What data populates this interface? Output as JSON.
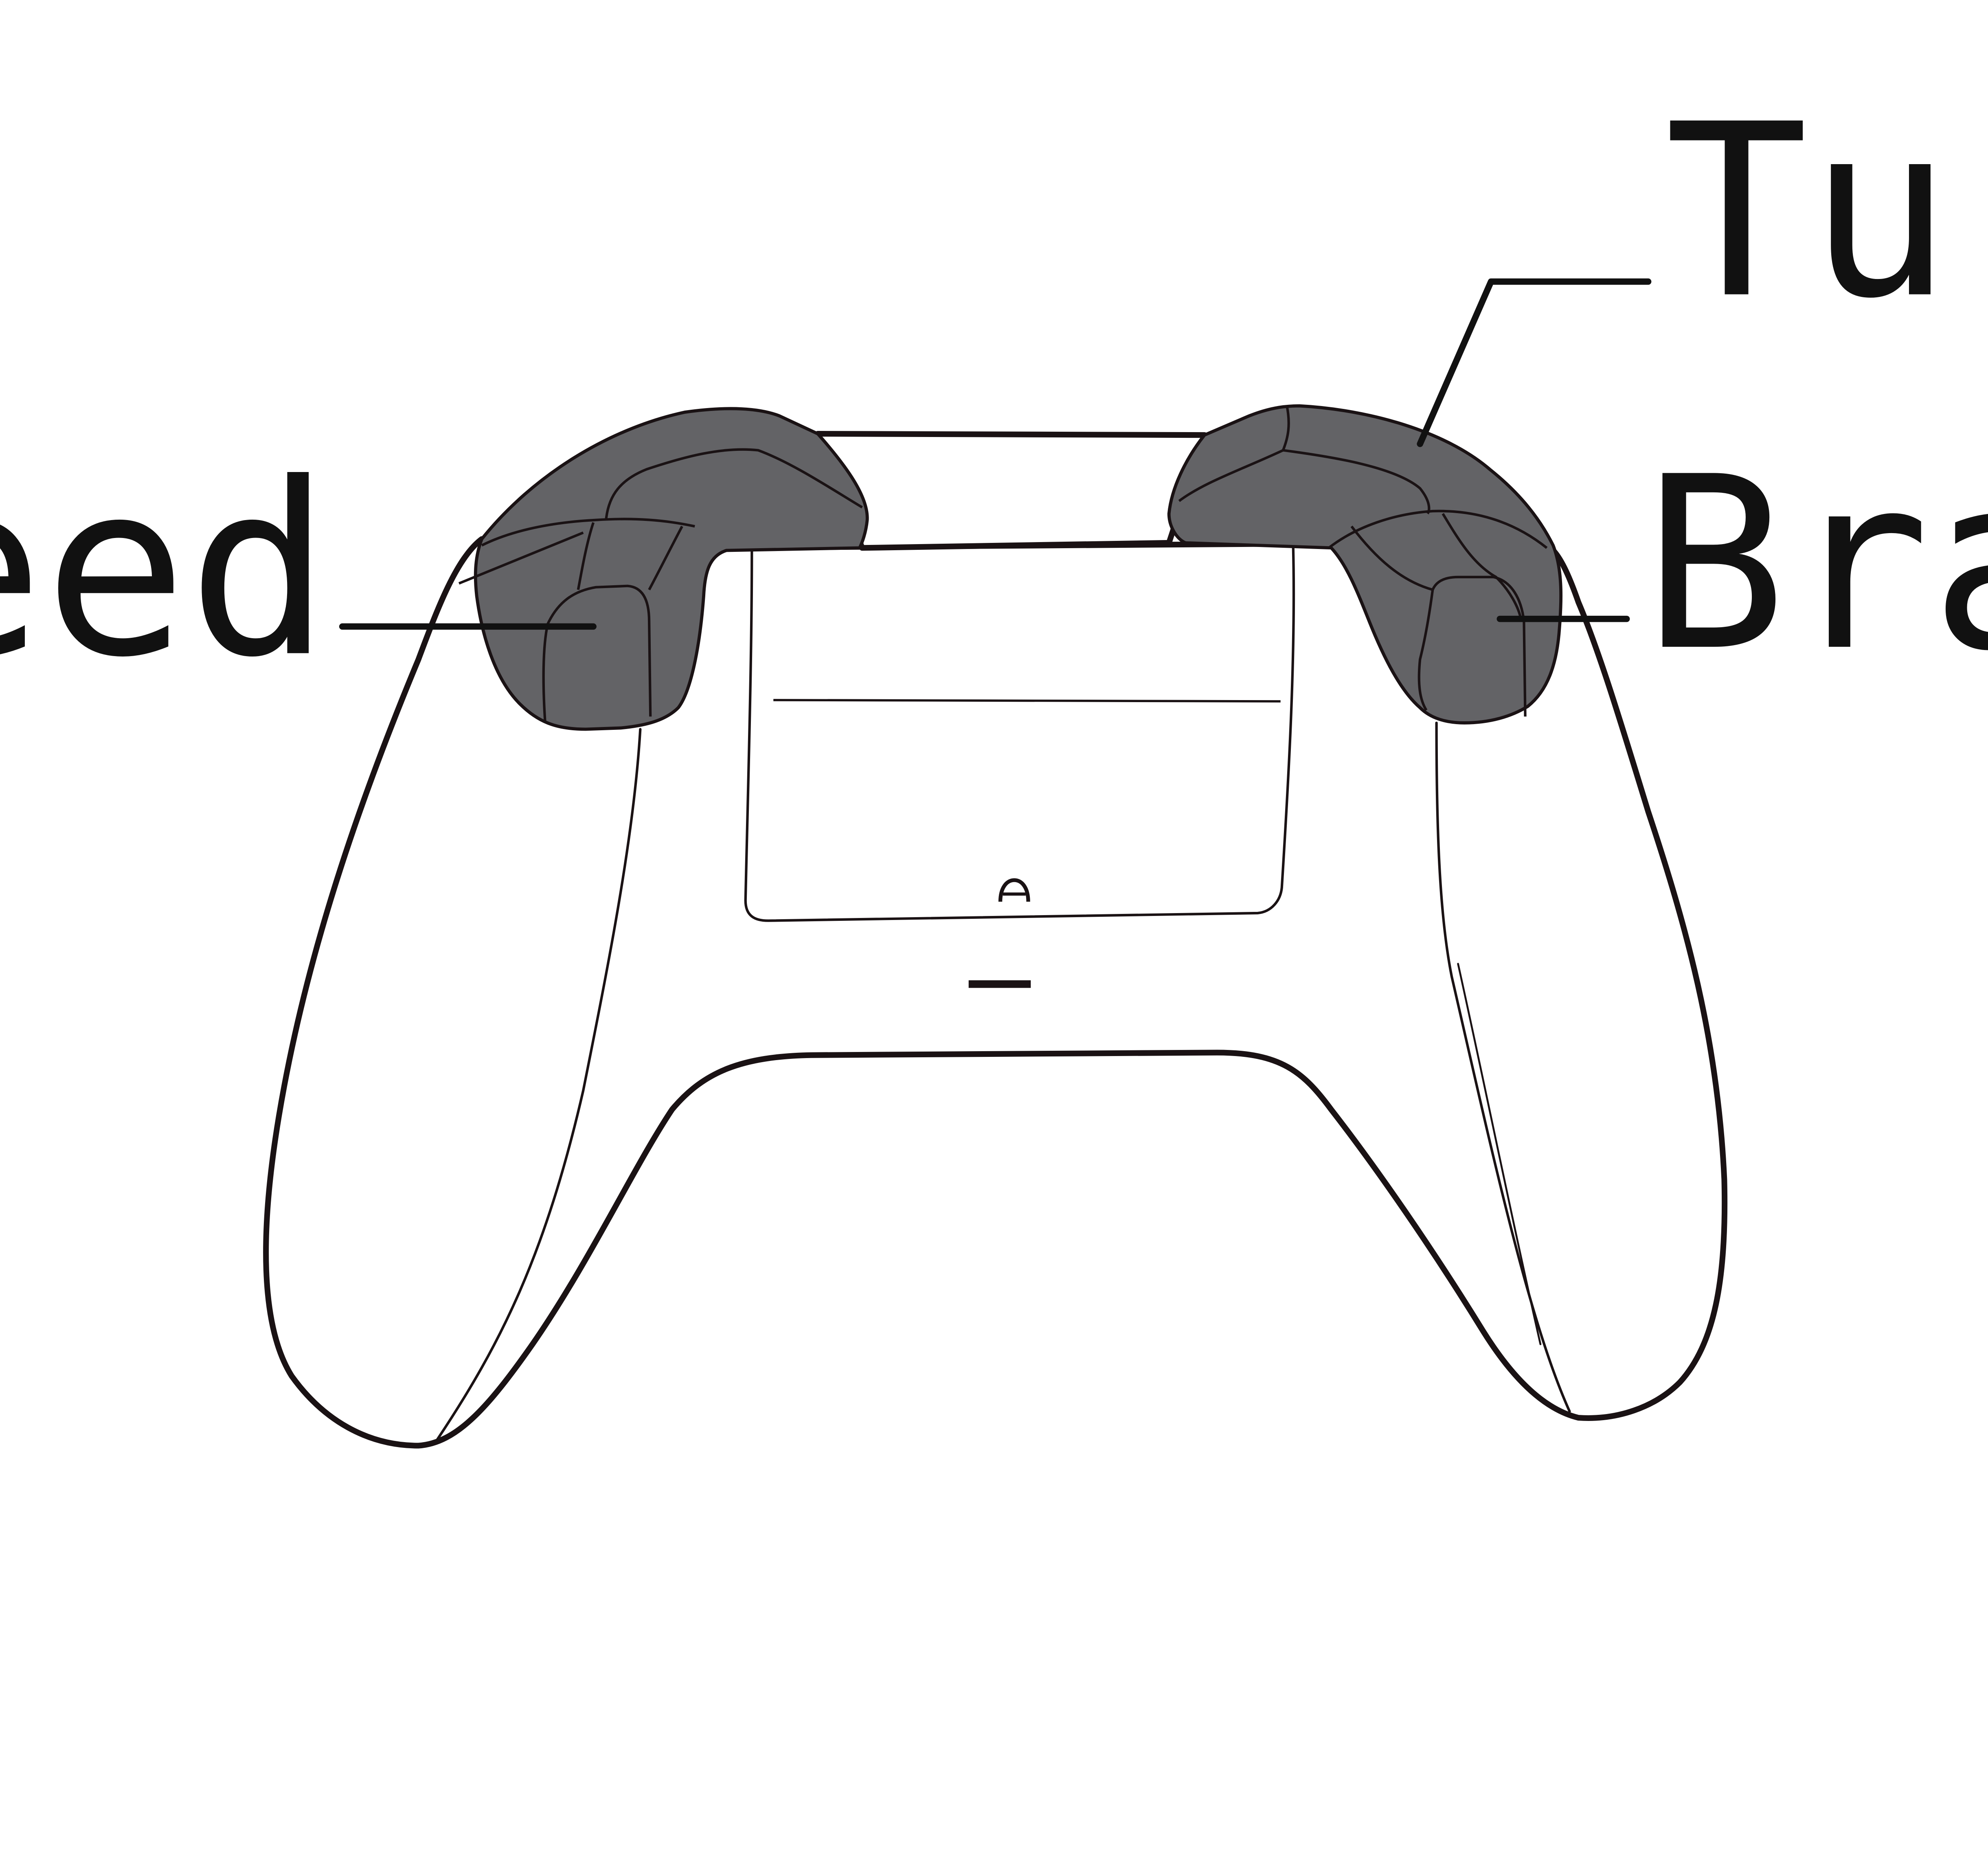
{
  "colors": {
    "background": "#ffffff",
    "outline": "#1a1214",
    "trigger_fill": "#636366",
    "leader_line": "#111111",
    "label_text": "#111111"
  },
  "controller": {
    "view": "back view",
    "icons": [
      "gamepad-body-icon",
      "battery-door-icon",
      "battery-latch-icon",
      "sync-button-icon"
    ]
  },
  "labels": {
    "speed": "Speed",
    "turbo": "Turbo",
    "brakes": "Brakes"
  }
}
